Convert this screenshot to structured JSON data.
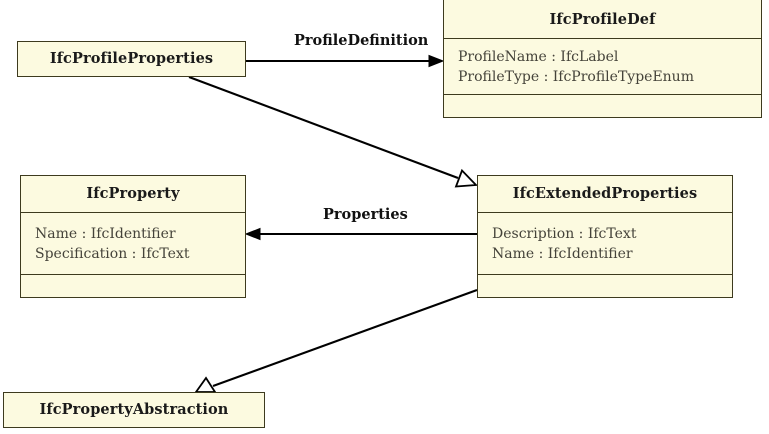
{
  "diagram": {
    "type": "uml-class-diagram",
    "background_color": "#ffffff",
    "class_fill_color": "#fcfae0",
    "class_border_color": "#3d3a1e",
    "edge_color": "#000000"
  },
  "classes": {
    "profile_properties": {
      "name": "IfcProfileProperties",
      "attributes": []
    },
    "profile_def": {
      "name": "IfcProfileDef",
      "attributes": [
        "ProfileName : IfcLabel",
        "ProfileType : IfcProfileTypeEnum"
      ]
    },
    "property": {
      "name": "IfcProperty",
      "attributes": [
        "Name : IfcIdentifier",
        "Specification : IfcText"
      ]
    },
    "extended_properties": {
      "name": "IfcExtendedProperties",
      "attributes": [
        "Description : IfcText",
        "Name : IfcIdentifier"
      ]
    },
    "property_abstraction": {
      "name": "IfcPropertyAbstraction",
      "attributes": []
    }
  },
  "edges": {
    "profile_definition": {
      "label": "ProfileDefinition",
      "from": "IfcProfileProperties",
      "to": "IfcProfileDef",
      "arrow": "open-arrow"
    },
    "properties": {
      "label": "Properties",
      "from": "IfcExtendedProperties",
      "to": "IfcProperty",
      "arrow": "open-arrow"
    },
    "generalization_extended": {
      "label": "",
      "from": "IfcProfileProperties",
      "to": "IfcExtendedProperties",
      "arrow": "hollow-triangle"
    },
    "generalization_abstraction": {
      "label": "",
      "from": "IfcExtendedProperties",
      "to": "IfcPropertyAbstraction",
      "arrow": "hollow-triangle"
    }
  }
}
